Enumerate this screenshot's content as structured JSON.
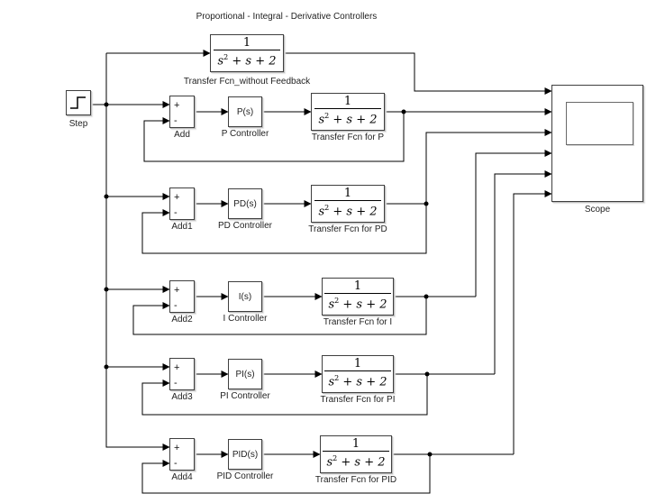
{
  "title": "Proportional - Integral - Derivative Controllers",
  "colors": {
    "wire": "#000000",
    "block_border": "#3f3f3f",
    "canvas": "#ffffff"
  },
  "ports": {
    "plus": "+",
    "minus": "-"
  },
  "formula": {
    "num": "1",
    "den_base": "s",
    "den_exp": "2",
    "den_rest": " + s + 2"
  },
  "step": {
    "label": "Step"
  },
  "open_loop": {
    "tf_label": "Transfer Fcn_without Feedback"
  },
  "scope": {
    "label": "Scope"
  },
  "rows": [
    {
      "add_label": "Add",
      "ctrl_text": "P(s)",
      "ctrl_label": "P Controller",
      "tf_label": "Transfer Fcn for P"
    },
    {
      "add_label": "Add1",
      "ctrl_text": "PD(s)",
      "ctrl_label": "PD Controller",
      "tf_label": "Transfer Fcn for PD"
    },
    {
      "add_label": "Add2",
      "ctrl_text": "I(s)",
      "ctrl_label": "I Controller",
      "tf_label": "Transfer Fcn for I"
    },
    {
      "add_label": "Add3",
      "ctrl_text": "PI(s)",
      "ctrl_label": "PI Controller",
      "tf_label": "Transfer Fcn for PI"
    },
    {
      "add_label": "Add4",
      "ctrl_text": "PID(s)",
      "ctrl_label": "PID Controller",
      "tf_label": "Transfer Fcn for PID"
    }
  ]
}
